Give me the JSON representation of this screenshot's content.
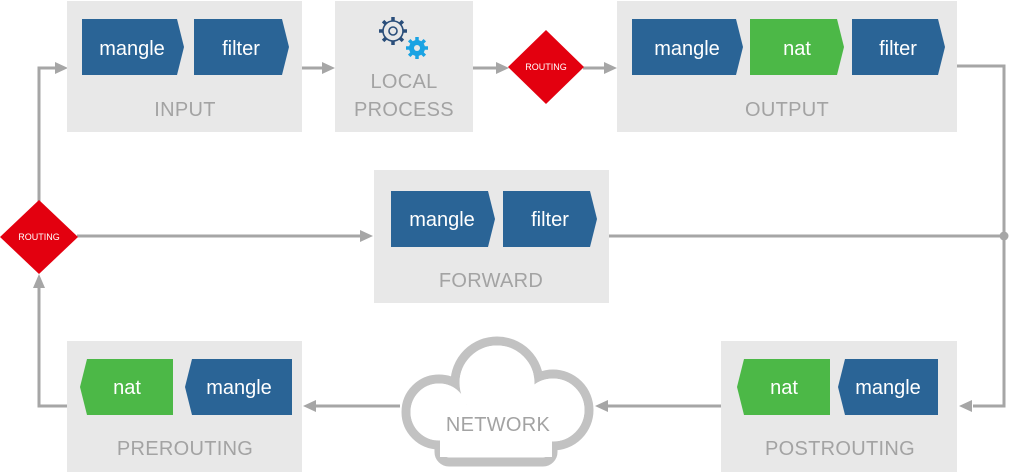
{
  "chains": {
    "input": {
      "label": "INPUT",
      "tables": [
        {
          "name": "mangle",
          "color": "#2a6496"
        },
        {
          "name": "filter",
          "color": "#2a6496"
        }
      ]
    },
    "local_process": {
      "line1": "LOCAL",
      "line2": "PROCESS",
      "icon": "gears-icon"
    },
    "output": {
      "label": "OUTPUT",
      "tables": [
        {
          "name": "mangle",
          "color": "#2a6496"
        },
        {
          "name": "nat",
          "color": "#4cb847"
        },
        {
          "name": "filter",
          "color": "#2a6496"
        }
      ]
    },
    "forward": {
      "label": "FORWARD",
      "tables": [
        {
          "name": "mangle",
          "color": "#2a6496"
        },
        {
          "name": "filter",
          "color": "#2a6496"
        }
      ]
    },
    "prerouting": {
      "label": "PREROUTING",
      "tables": [
        {
          "name": "nat",
          "color": "#4cb847"
        },
        {
          "name": "mangle",
          "color": "#2a6496"
        }
      ]
    },
    "postrouting": {
      "label": "POSTROUTING",
      "tables": [
        {
          "name": "nat",
          "color": "#4cb847"
        },
        {
          "name": "mangle",
          "color": "#2a6496"
        }
      ]
    }
  },
  "routing_decisions": {
    "top": "ROUTING",
    "left": "ROUTING"
  },
  "network": {
    "label": "NETWORK",
    "icon": "cloud-icon"
  },
  "colors": {
    "box_background": "#e8e8e8",
    "arrow": "#a6a6a6",
    "routing": "#e3000f",
    "label": "#a3a3a3"
  }
}
